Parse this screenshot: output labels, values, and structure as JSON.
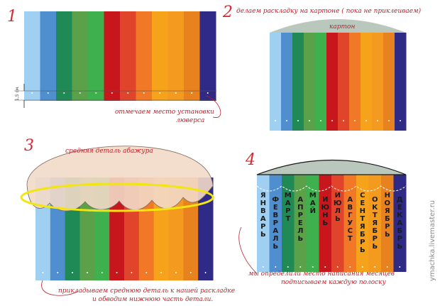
{
  "step1": {
    "number": "1",
    "measure_label": "1,5 см",
    "note_line1": "отмечаем место установки",
    "note_line2": "люверса"
  },
  "step2": {
    "number": "2",
    "title": "делаем раскладку на картоне ( пока не приклеиваем)",
    "card_label": "картон"
  },
  "step3": {
    "number": "3",
    "top_label": "средняя деталь абажура",
    "note_line1": "прикладываем среднюю деталь к нашей раскладке",
    "note_line2": "и обводим нижнюю часть детали."
  },
  "step4": {
    "number": "4",
    "months": [
      "ЯНВАРЬ",
      "ФЕВРАЛЬ",
      "МАРТ",
      "АПРЕЛЬ",
      "МАЙ",
      "ИЮНЬ",
      "ИЮЛЬ",
      "АВГУСТ",
      "СЕНТЯБРЬ",
      "ОКТЯБРЬ",
      "НОЯБРЬ",
      "ДЕКАБРЬ"
    ],
    "note_line1": "мы определили место написания месяцев",
    "note_line2": "подписываем каждую полоску"
  },
  "watermark": "ymachka.livemaster.ru",
  "stripe_colors": [
    "#9fd0f2",
    "#4f8fd0",
    "#1f8a55",
    "#5aa14a",
    "#3fb04e",
    "#c8161d",
    "#e0452c",
    "#f07826",
    "#f7a21b",
    "#f39a1f",
    "#e8821e",
    "#2e2a86"
  ]
}
